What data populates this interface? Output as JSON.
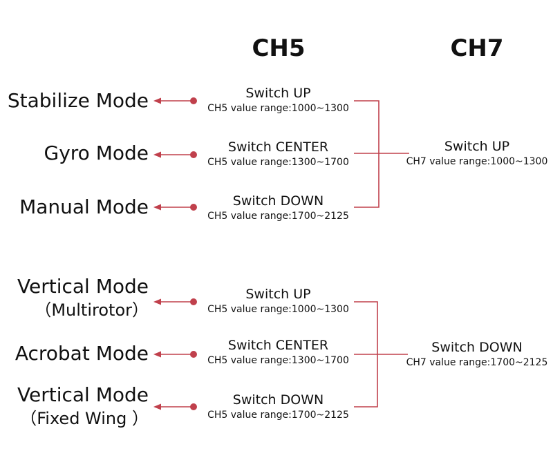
{
  "headers": {
    "ch5": "CH5",
    "ch7": "CH7"
  },
  "groups": [
    {
      "modes": [
        {
          "line1": "Stabilize Mode",
          "line2": ""
        },
        {
          "line1": "Gyro Mode",
          "line2": ""
        },
        {
          "line1": "Manual Mode",
          "line2": ""
        }
      ],
      "switches": [
        {
          "label": "Switch UP",
          "range": "CH5 value range:1000~1300"
        },
        {
          "label": "Switch CENTER",
          "range": "CH5 value range:1300~1700"
        },
        {
          "label": "Switch DOWN",
          "range": "CH5 value range:1700~2125"
        }
      ],
      "ch7": {
        "label": "Switch UP",
        "range": "CH7 value range:1000~1300"
      }
    },
    {
      "modes": [
        {
          "line1": "Vertical Mode",
          "line2": "（Multirotor）"
        },
        {
          "line1": "Acrobat Mode",
          "line2": ""
        },
        {
          "line1": "Vertical Mode",
          "line2": "（Fixed Wing ）"
        }
      ],
      "switches": [
        {
          "label": "Switch UP",
          "range": "CH5 value range:1000~1300"
        },
        {
          "label": "Switch CENTER",
          "range": "CH5 value range:1300~1700"
        },
        {
          "label": "Switch DOWN",
          "range": "CH5 value range:1700~2125"
        }
      ],
      "ch7": {
        "label": "Switch DOWN",
        "range": "CH7 value range:1700~2125"
      }
    }
  ],
  "colors": {
    "connector": "#c0404c",
    "text": "#111111"
  }
}
